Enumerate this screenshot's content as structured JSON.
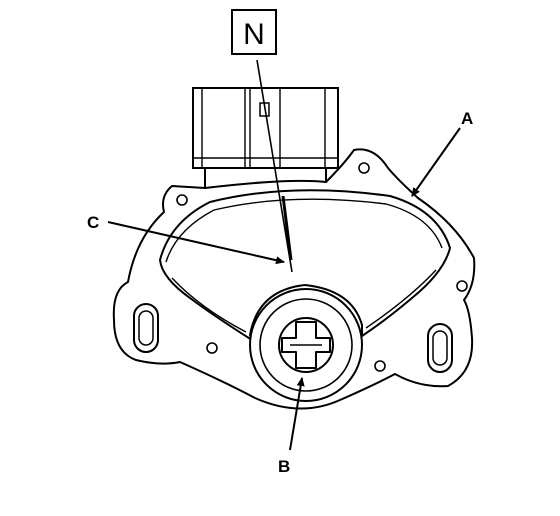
{
  "diagram": {
    "position_indicator": "N",
    "labels": {
      "a": "A",
      "b": "B",
      "c": "C"
    }
  }
}
